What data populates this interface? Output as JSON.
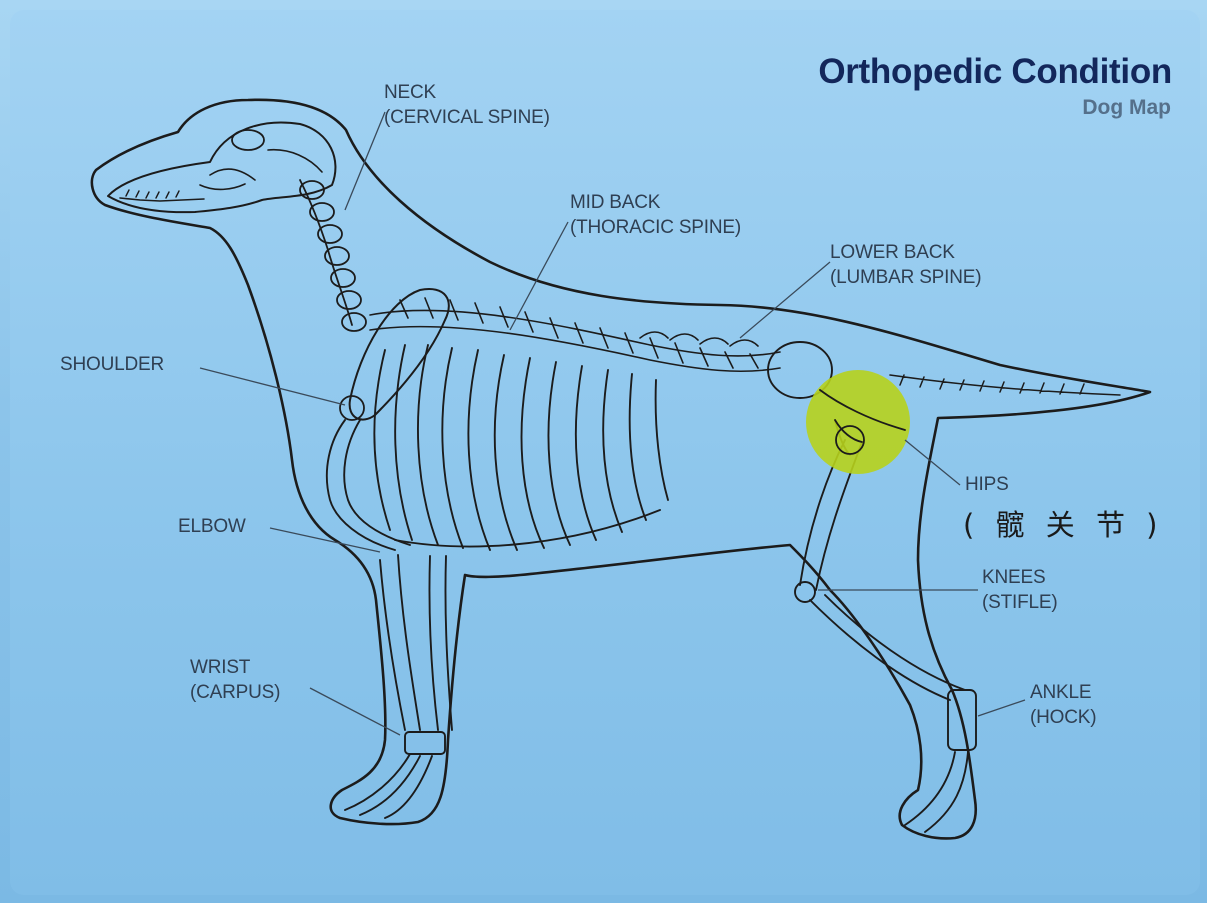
{
  "header": {
    "title": "Orthopedic Condition",
    "subtitle": "Dog Map"
  },
  "labels": {
    "neck": {
      "line1": "NECK",
      "line2": "(CERVICAL SPINE)"
    },
    "mid_back": {
      "line1": "MID BACK",
      "line2": "(THORACIC SPINE)"
    },
    "lower_back": {
      "line1": "LOWER BACK",
      "line2": "(LUMBAR SPINE)"
    },
    "shoulder": {
      "line1": "SHOULDER"
    },
    "hips": {
      "line1": "HIPS",
      "cn": "( 髋 关 节 )"
    },
    "elbow": {
      "line1": "ELBOW"
    },
    "knees": {
      "line1": "KNEES",
      "line2": "(STIFLE)"
    },
    "wrist": {
      "line1": "WRIST",
      "line2": "(CARPUS)"
    },
    "ankle": {
      "line1": "ANKLE",
      "line2": "(HOCK)"
    }
  },
  "colors": {
    "background": "#8fc3e6",
    "outline": "#1c1c1c",
    "title": "#13275b",
    "highlight": "#b7d21c"
  },
  "highlight": {
    "joint": "hips"
  }
}
